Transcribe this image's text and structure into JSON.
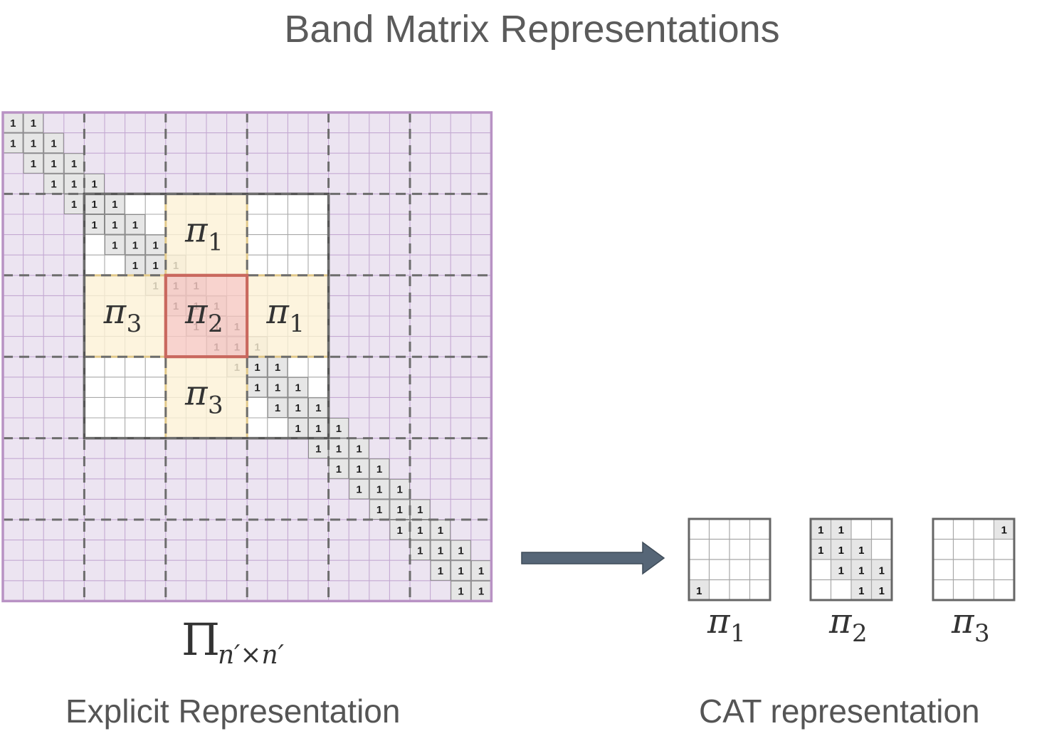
{
  "title": "Band Matrix Representations",
  "explicit": {
    "caption": "Explicit Representation",
    "matrix_label": {
      "symbol": "Π",
      "subscript": "n′×n′"
    },
    "grid_cells": 24,
    "block_cells": 4,
    "inner_block_range": [
      1,
      4
    ],
    "band_halfwidth": 1,
    "band_value": "1",
    "highlight_blocks": [
      {
        "row": 1,
        "col": 2,
        "label": "π",
        "sub": "1",
        "kind": "neighbor"
      },
      {
        "row": 2,
        "col": 1,
        "label": "π",
        "sub": "3",
        "kind": "neighbor"
      },
      {
        "row": 2,
        "col": 2,
        "label": "π",
        "sub": "2",
        "kind": "center"
      },
      {
        "row": 2,
        "col": 3,
        "label": "π",
        "sub": "1",
        "kind": "neighbor"
      },
      {
        "row": 3,
        "col": 2,
        "label": "π",
        "sub": "3",
        "kind": "neighbor"
      }
    ],
    "colors": {
      "padding_fill": "#ece4f1",
      "padding_grid": "#c4a9d2",
      "padding_border": "#b892c4",
      "inner_grid": "#a9a9a9",
      "inner_border": "#555555",
      "dashed": "#6d6d6d",
      "band_fill": "#e6e6e6",
      "band_border": "#8a8a8a",
      "neighbor_fill": "#fdf1d6",
      "neighbor_border": "#e2c98a",
      "center_fill": "#f6c9c3",
      "center_border": "#c9685e"
    }
  },
  "arrow": {
    "color": "#566677"
  },
  "cat": {
    "caption": "CAT representation",
    "blocks": [
      {
        "label": "π",
        "sub": "1",
        "ones": [
          [
            3,
            0
          ]
        ]
      },
      {
        "label": "π",
        "sub": "2",
        "ones": [
          [
            0,
            0
          ],
          [
            0,
            1
          ],
          [
            1,
            0
          ],
          [
            1,
            1
          ],
          [
            1,
            2
          ],
          [
            2,
            1
          ],
          [
            2,
            2
          ],
          [
            2,
            3
          ],
          [
            3,
            2
          ],
          [
            3,
            3
          ]
        ]
      },
      {
        "label": "π",
        "sub": "3",
        "ones": [
          [
            0,
            3
          ]
        ]
      }
    ]
  }
}
